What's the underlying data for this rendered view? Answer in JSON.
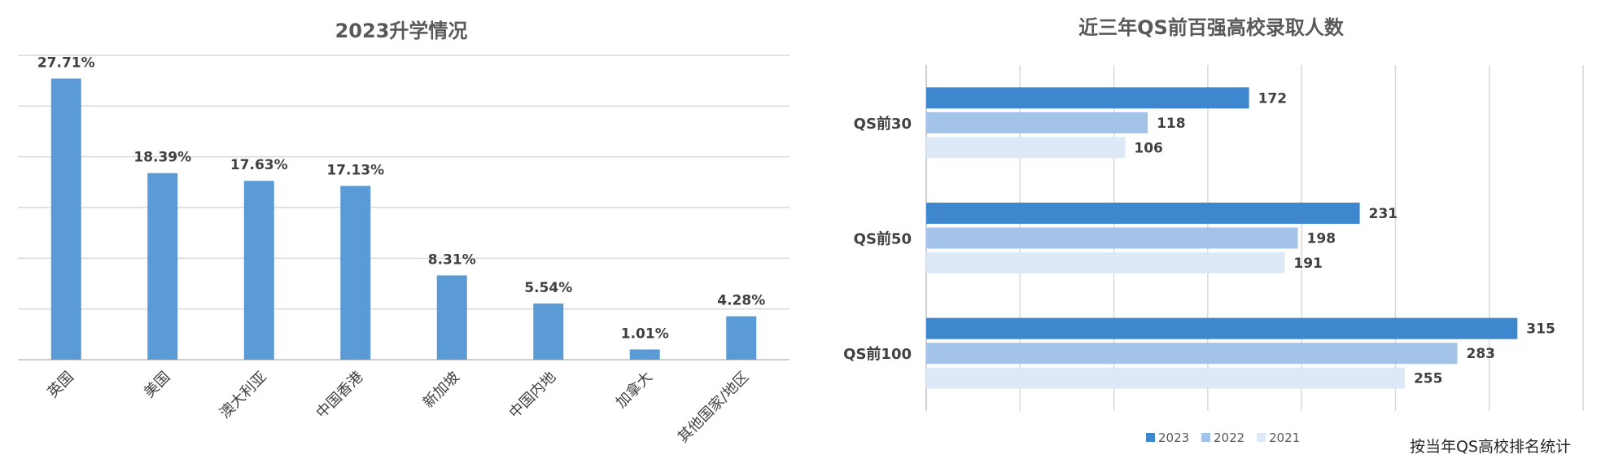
{
  "chart_data": [
    {
      "type": "bar",
      "title": "2023升学情况",
      "categories": [
        "英国",
        "美国",
        "澳大利亚",
        "中国香港",
        "新加坡",
        "中国内地",
        "加拿大",
        "其他国家/地区"
      ],
      "values": [
        27.71,
        18.39,
        17.63,
        17.13,
        8.31,
        5.54,
        1.01,
        4.28
      ],
      "data_labels": [
        "27.71%",
        "18.39%",
        "17.63%",
        "17.13%",
        "8.31%",
        "5.54%",
        "1.01%",
        "4.28%"
      ],
      "ylim": [
        0,
        30
      ],
      "y_grid_step": 5,
      "grid": true,
      "color": "#5b9bd5"
    },
    {
      "type": "bar",
      "orientation": "horizontal",
      "title": "近三年QS前百强高校录取人数",
      "categories": [
        "QS前30",
        "QS前50",
        "QS前100"
      ],
      "series": [
        {
          "name": "2023",
          "values": [
            172,
            231,
            315
          ],
          "color": "#3e87cf"
        },
        {
          "name": "2022",
          "values": [
            118,
            198,
            283
          ],
          "color": "#a3c4e8"
        },
        {
          "name": "2021",
          "values": [
            106,
            191,
            255
          ],
          "color": "#dde9f6"
        }
      ],
      "xlim": [
        0,
        350
      ],
      "x_grid_step": 50,
      "grid": true,
      "legend_position": "bottom"
    }
  ],
  "note": "按当年QS高校排名统计"
}
